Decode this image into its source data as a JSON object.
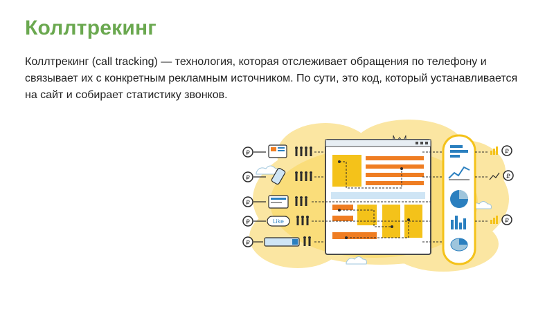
{
  "slide": {
    "title": "Коллтрекинг",
    "body": "Коллтрекинг (call tracking) — технология, которая отслеживает обращения по телефону и связывает их с конкретным рекламным источником. По сути, это код, который устанавливается на сайт и собирает статистику звонков."
  },
  "illustration": {
    "colors": {
      "cloud": "#fbe6a2",
      "yellow": "#f4c21a",
      "orange": "#ef7d22",
      "blue": "#2a7fbf",
      "dark": "#2b2b2b",
      "frame": "#4a4a4a"
    },
    "sources": [
      {
        "icon": "ruble-icon",
        "channel": "display-ad-icon"
      },
      {
        "icon": "ruble-icon",
        "channel": "mobile-phone-icon"
      },
      {
        "icon": "ruble-icon",
        "channel": "email-icon"
      },
      {
        "icon": "ruble-icon",
        "channel": "vk-like-icon"
      },
      {
        "icon": "ruble-icon",
        "channel": "search-bar-icon"
      }
    ],
    "outputs": [
      {
        "icon": "bar-growth-ruble-icon"
      },
      {
        "icon": "line-chart-ruble-icon"
      },
      {
        "icon": "bar-growth-ruble-icon"
      }
    ],
    "button_label": "Like"
  }
}
